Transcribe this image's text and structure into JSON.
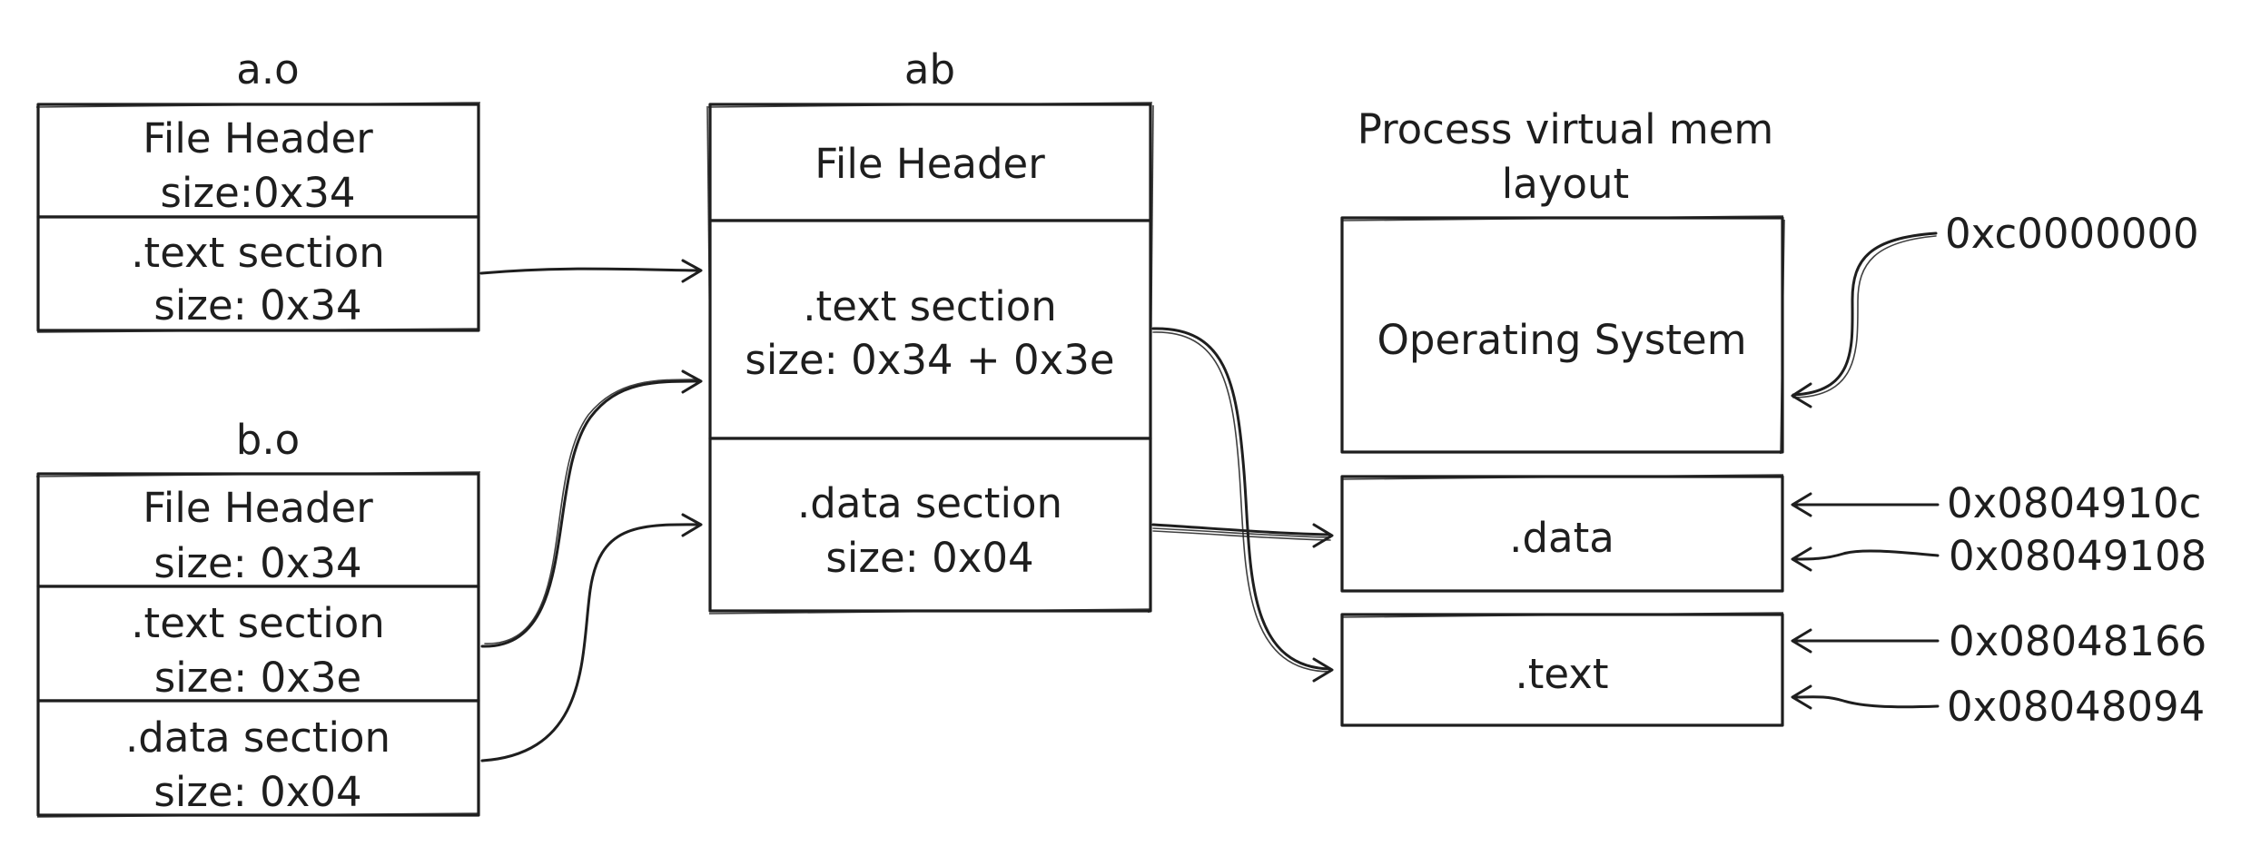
{
  "a_o": {
    "title": "a.o",
    "header_line1": "File Header",
    "header_line2": "size:0x34",
    "text_line1": ".text section",
    "text_line2": "size: 0x34"
  },
  "b_o": {
    "title": "b.o",
    "header_line1": "File Header",
    "header_line2": "size: 0x34",
    "text_line1": ".text section",
    "text_line2": "size: 0x3e",
    "data_line1": ".data section",
    "data_line2": "size: 0x04"
  },
  "ab": {
    "title": "ab",
    "header": "File Header",
    "text_line1": ".text section",
    "text_line2": "size: 0x34 + 0x3e",
    "data_line1": ".data section",
    "data_line2": "size: 0x04"
  },
  "process": {
    "title_line1": "Process virtual mem",
    "title_line2": "layout",
    "os": "Operating System",
    "data": ".data",
    "text": ".text"
  },
  "addresses": {
    "os_top": "0xc0000000",
    "data_end": "0x0804910c",
    "data_start": "0x08049108",
    "text_end": "0x08048166",
    "text_start": "0x08048094"
  }
}
